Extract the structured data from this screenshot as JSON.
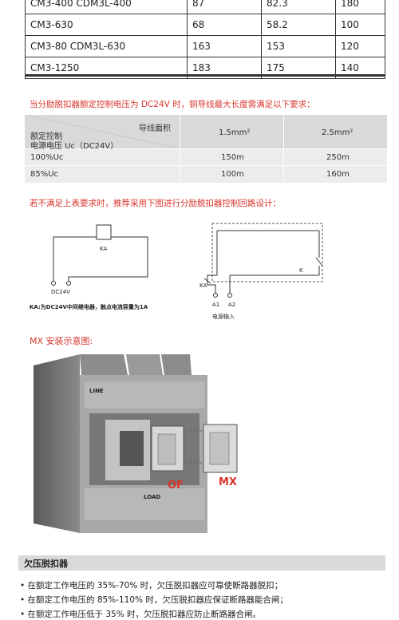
{
  "spec_table": {
    "rows": [
      {
        "model": "CM3-400  CDM3L-400",
        "v1": "87",
        "v2": "82.3",
        "v3": "180"
      },
      {
        "model": "CM3-630",
        "v1": "68",
        "v2": "58.2",
        "v3": "100"
      },
      {
        "model": "CM3-80  CDM3L-630",
        "v1": "163",
        "v2": "153",
        "v3": "120"
      },
      {
        "model": "CM3-1250",
        "v1": "183",
        "v2": "175",
        "v3": "140"
      }
    ]
  },
  "note1": "当分励脱扣器额定控制电压为 DC24V 时，铜导线最大长度需满足以下要求：",
  "wire_table": {
    "corner_top": "导线面积",
    "corner_bottom_1": "额定控制",
    "corner_bottom_2": "电源电压 Uc（DC24V）",
    "col1": "1.5mm²",
    "col2": "2.5mm²",
    "rows": [
      {
        "label": "100%Uc",
        "v1": "150m",
        "v2": "250m"
      },
      {
        "label": "85%Uc",
        "v1": "100m",
        "v2": "160m"
      }
    ]
  },
  "note2": "若不满足上表要求时，推荐采用下图进行分励脱扣器控制回路设计：",
  "diagram_left": {
    "ka": "KA",
    "dc": "DC24V",
    "caption": "KA:为DC24V中间继电器，触点电流容量为1A"
  },
  "diagram_right": {
    "k": "K",
    "ka": "KA",
    "a1": "A1",
    "a2": "A2",
    "caption": "电源输入"
  },
  "mx_title": "MX 安装示意图:",
  "breaker": {
    "line": "LINE",
    "load": "LOAD",
    "of": "OF",
    "mx": "MX"
  },
  "undervoltage": {
    "title": "欠压脱扣器",
    "bullets": [
      "• 在额定工作电压的 35%-70% 时，欠压脱扣器应可靠使断路器脱扣；",
      "• 在额定工作电压的 85%-110% 时，欠压脱扣器应保证断路器能合闸；",
      "• 在额定工作电压低于 35% 时，欠压脱扣器应防止断路器合闸。"
    ]
  },
  "colors": {
    "accent_red": "#d9342b",
    "table_gray": "#d9d9d9"
  }
}
